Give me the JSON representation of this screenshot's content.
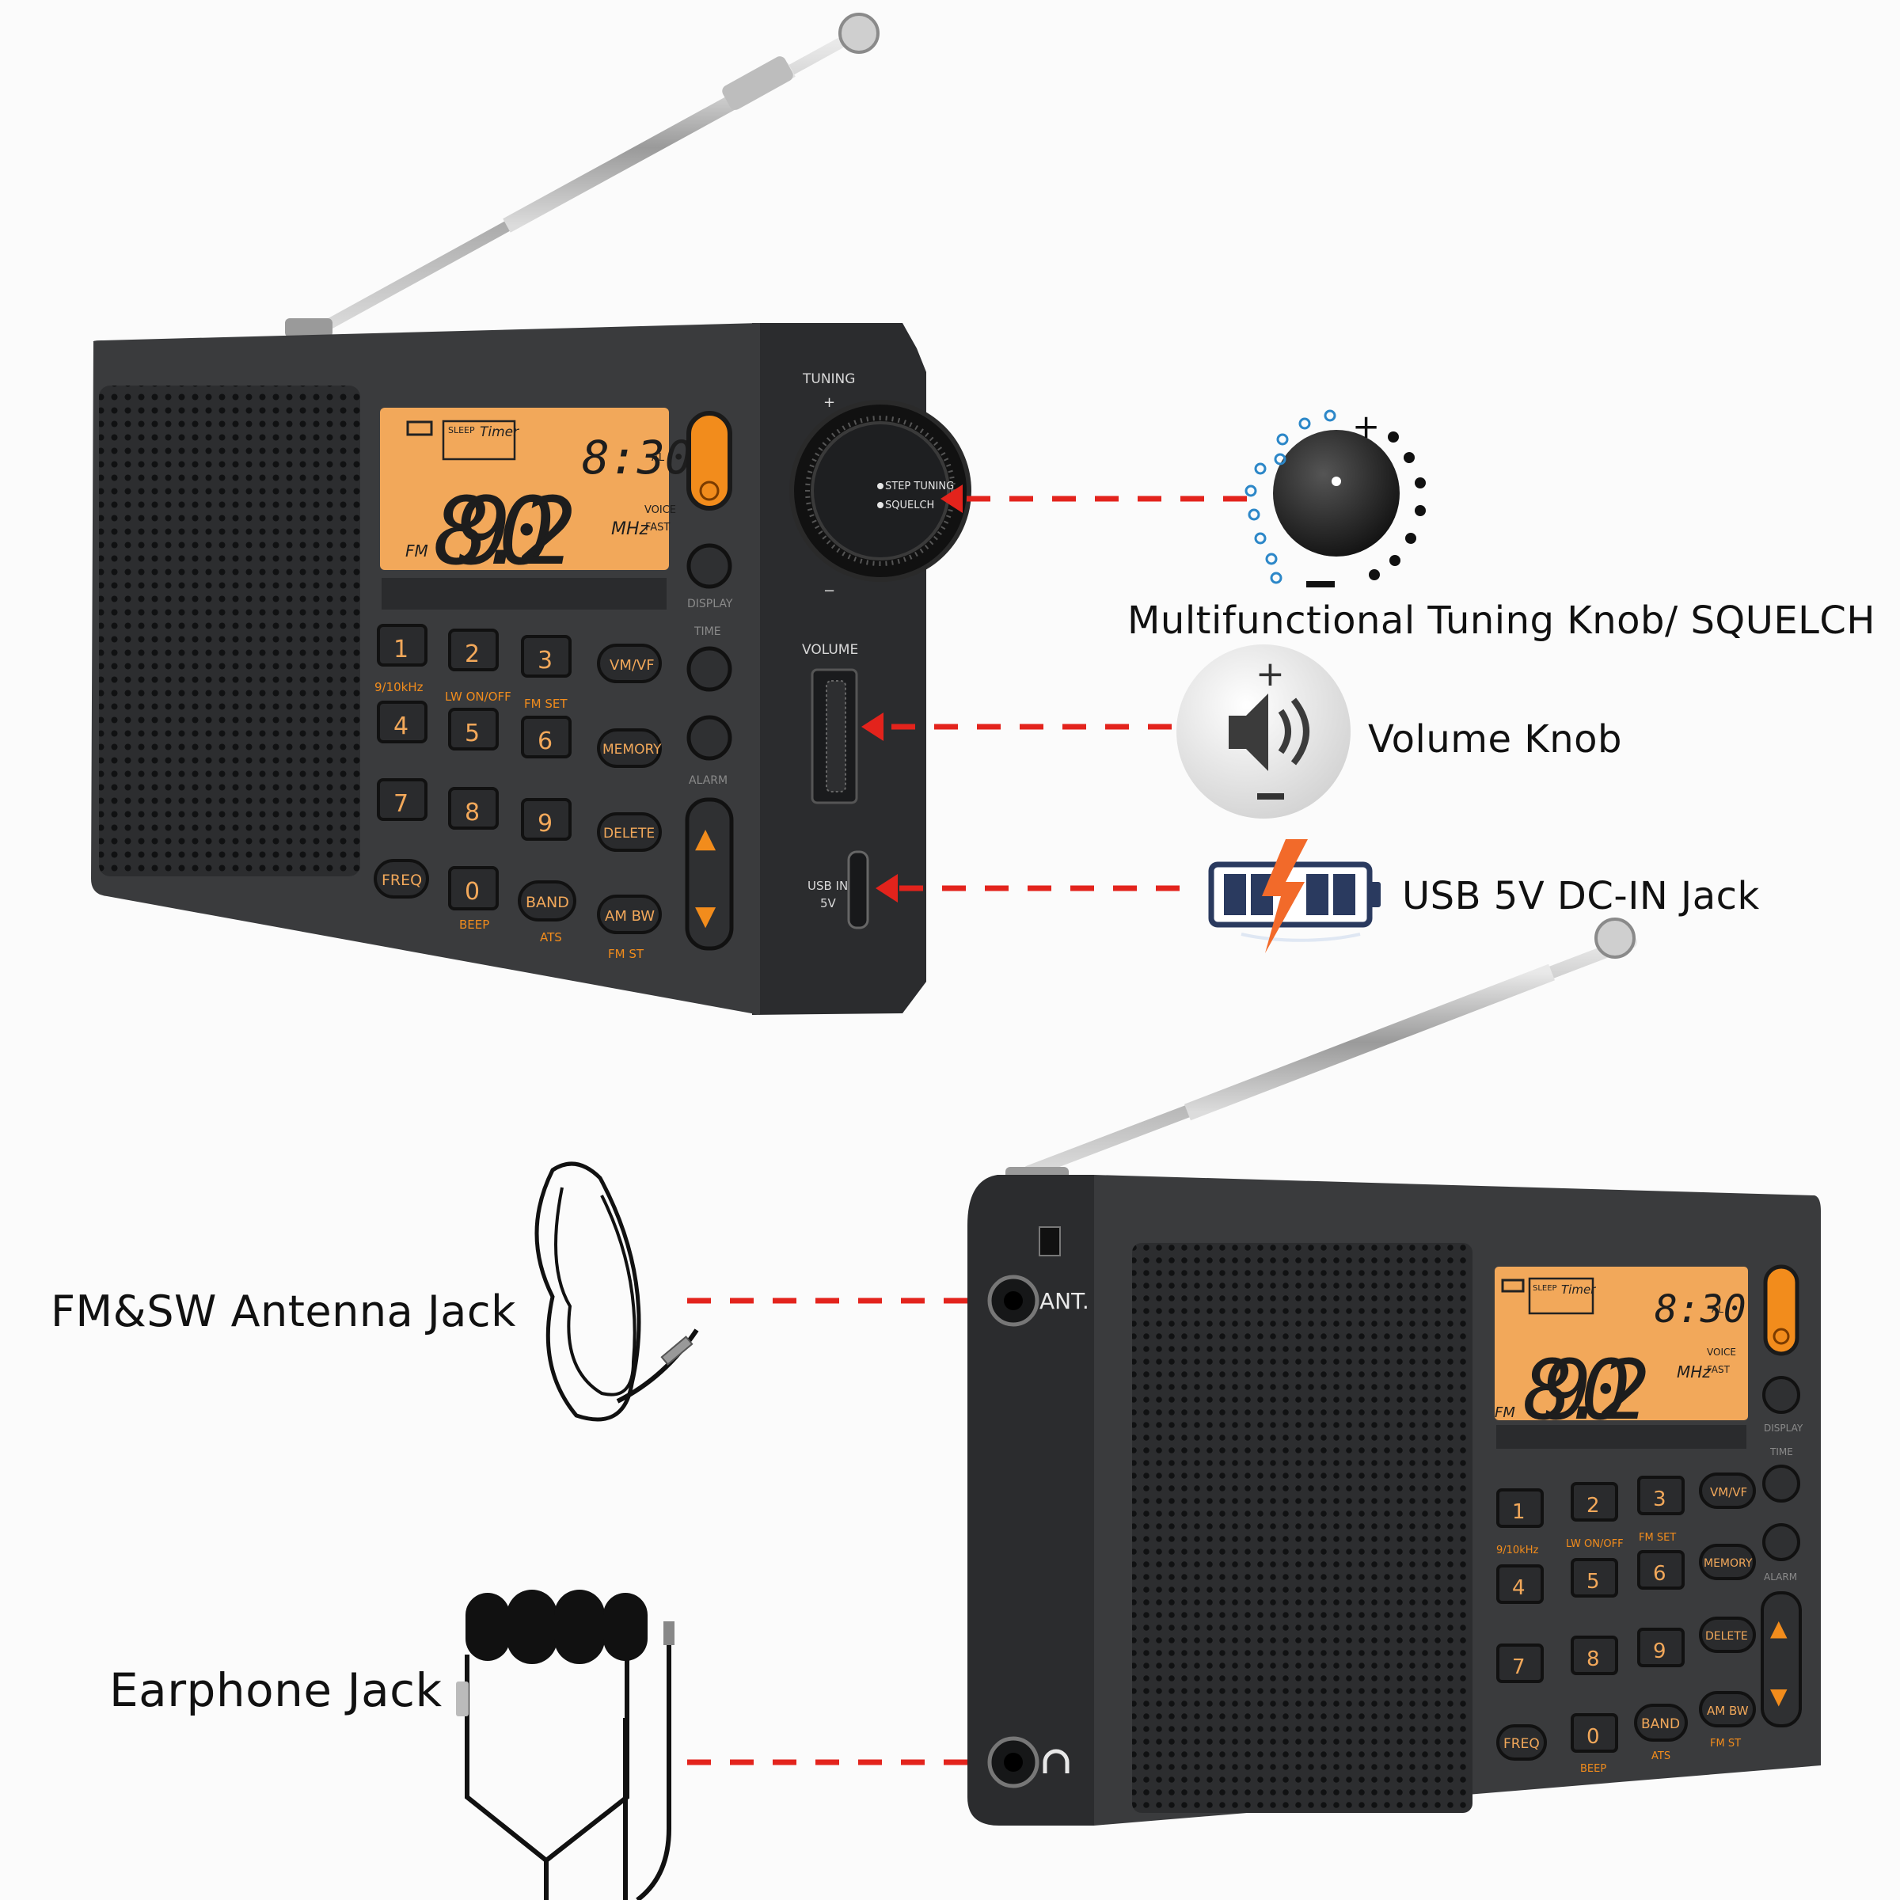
{
  "callouts": {
    "tuning": "Multifunctional Tuning Knob/ SQUELCH",
    "volume": "Volume Knob",
    "usb": "USB 5V DC-IN Jack",
    "antenna": "FM&SW Antenna Jack",
    "earphone": "Earphone Jack"
  },
  "radio": {
    "labels": {
      "tuning": "TUNING",
      "step_tuning": "STEP TUNING",
      "squelch": "SQUELCH",
      "volume": "VOLUME",
      "usb_in": "USB IN",
      "usb_5v": "5V",
      "plus": "+",
      "minus": "−",
      "display": "DISPLAY",
      "time": "TIME",
      "alarm": "ALARM",
      "ant": "ANT."
    },
    "lcd": {
      "sleep": "SLEEP",
      "timer": "Timer",
      "clock": "8:30",
      "al": "AL",
      "band": "FM",
      "freq": "89.02",
      "voice": "VOICE",
      "mhz": "MHz",
      "fast": "FAST"
    },
    "keys": [
      {
        "label": "1",
        "sub": "9/10kHz"
      },
      {
        "label": "2",
        "sub": "LW ON/OFF"
      },
      {
        "label": "3",
        "sub": "FM SET"
      },
      {
        "label": "4",
        "sub": ""
      },
      {
        "label": "5",
        "sub": ""
      },
      {
        "label": "6",
        "sub": ""
      },
      {
        "label": "7",
        "sub": ""
      },
      {
        "label": "8",
        "sub": ""
      },
      {
        "label": "9",
        "sub": ""
      },
      {
        "label": "FREQ",
        "sub": ""
      },
      {
        "label": "0",
        "sub": "BEEP"
      },
      {
        "label": "BAND",
        "sub": "ATS"
      }
    ],
    "side_keys": [
      {
        "label": "VM/VF",
        "sub": ""
      },
      {
        "label": "MEMORY",
        "sub": ""
      },
      {
        "label": "DELETE",
        "sub": ""
      },
      {
        "label": "AM BW",
        "sub": "FM ST"
      }
    ],
    "arrows": {
      "up": "▲",
      "down": "▼"
    }
  },
  "colors": {
    "body": "#3a3b3d",
    "panel": "#2e2f31",
    "lcd": "#f2a85a",
    "power": "#f28c1c",
    "arrow": "#e3231c",
    "label": "#d9d9d9"
  }
}
